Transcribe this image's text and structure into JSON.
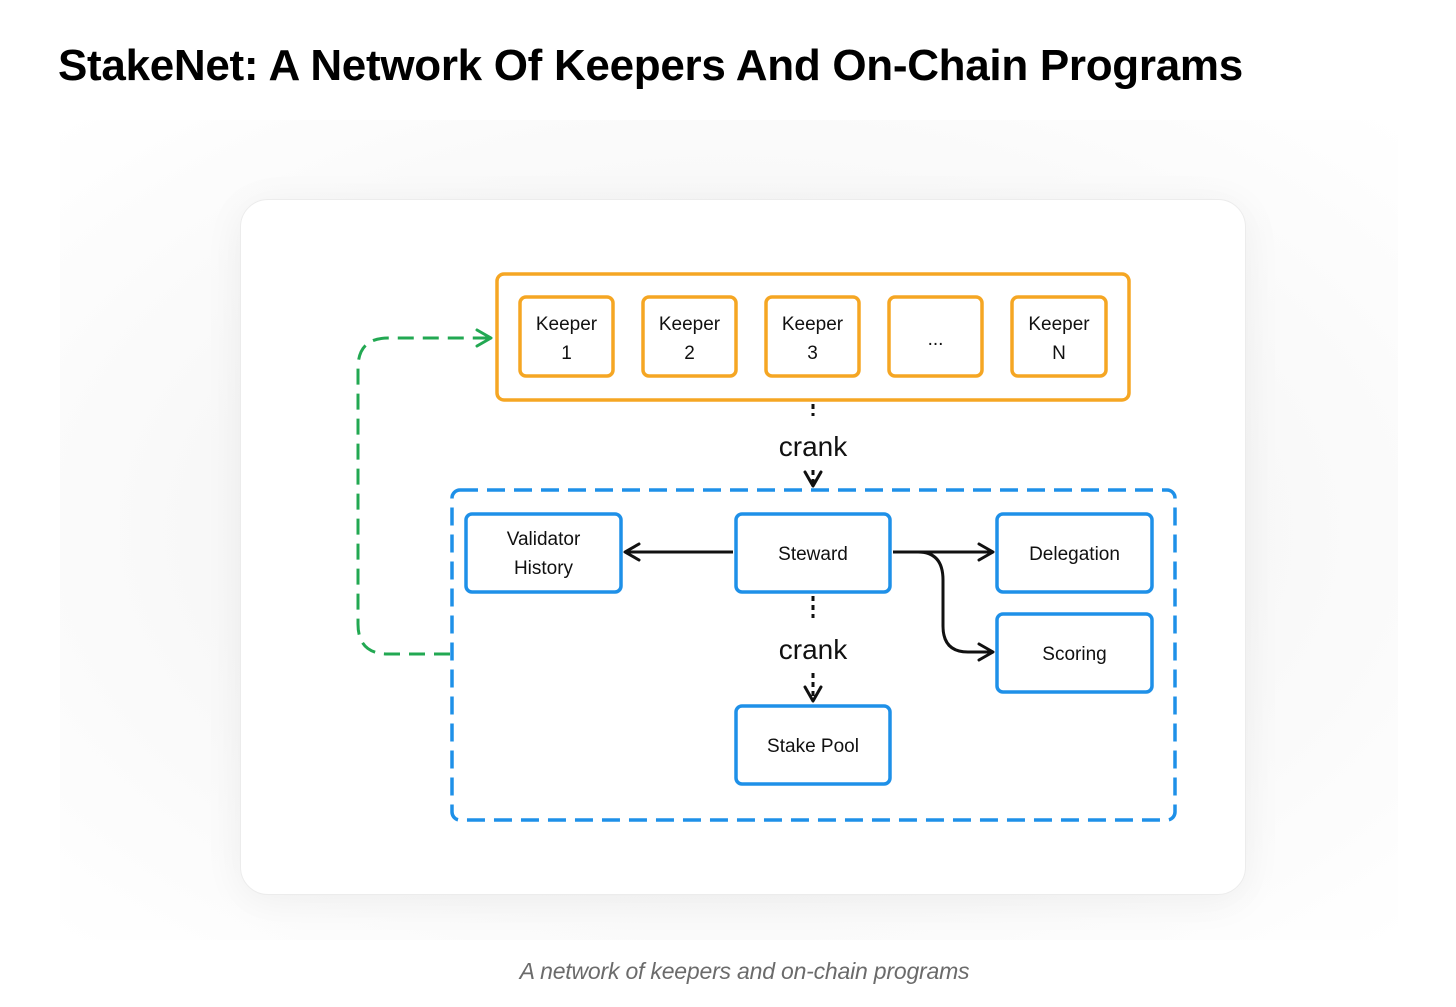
{
  "title": "StakeNet: A Network Of Keepers And On-Chain Programs",
  "caption": "A network of keepers and on-chain programs",
  "colors": {
    "keeper_orange": "#F5A623",
    "program_blue": "#1E90E8",
    "feedback_green": "#22A852",
    "arrow": "#111111"
  },
  "keepers": [
    {
      "line1": "Keeper",
      "line2": "1"
    },
    {
      "line1": "Keeper",
      "line2": "2"
    },
    {
      "line1": "Keeper",
      "line2": "3"
    },
    {
      "line1": "...",
      "line2": ""
    },
    {
      "line1": "Keeper",
      "line2": "N"
    }
  ],
  "programs": {
    "validator_history": {
      "line1": "Validator",
      "line2": "History"
    },
    "steward": "Steward",
    "delegation": "Delegation",
    "scoring": "Scoring",
    "stake_pool": "Stake Pool"
  },
  "labels": {
    "crank_top": "crank",
    "crank_bottom": "crank"
  }
}
